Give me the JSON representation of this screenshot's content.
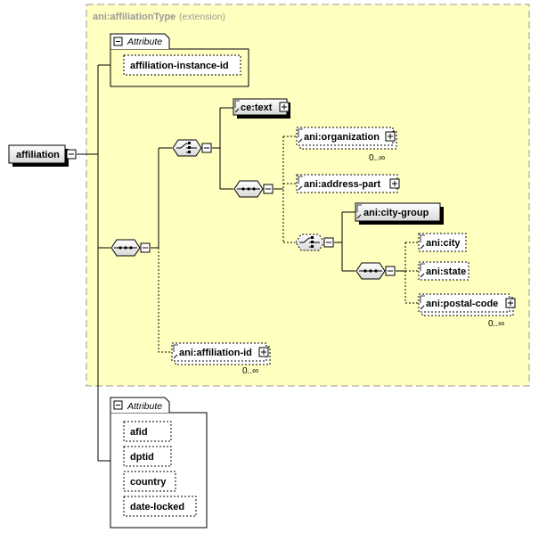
{
  "diagram": {
    "root_element": "affiliation",
    "type_box": {
      "name": "ani:affiliationType",
      "derivation": "(extension)",
      "fill": "#ffffc0"
    },
    "attribute_group_top": {
      "header": "Attribute",
      "attributes": [
        "affiliation-instance-id"
      ]
    },
    "attribute_group_bottom": {
      "header": "Attribute",
      "attributes": [
        "afid",
        "dptid",
        "country",
        "date-locked"
      ]
    },
    "elements": {
      "ce_text": "ce:text",
      "organization": "ani:organization",
      "organization_occurs": "0..∞",
      "address_part": "ani:address-part",
      "city_group": "ani:city-group",
      "city": "ani:city",
      "state": "ani:state",
      "postal_code": "ani:postal-code",
      "postal_code_occurs": "0..∞",
      "affiliation_id": "ani:affiliation-id",
      "affiliation_id_occurs": "0..∞"
    }
  }
}
